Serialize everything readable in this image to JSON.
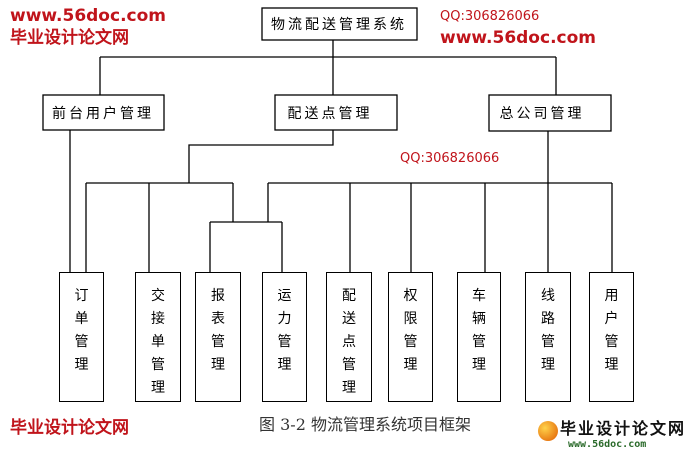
{
  "root": "物流配送管理系统",
  "level2": [
    "前台用户管理",
    "配送点管理",
    "总公司管理"
  ],
  "leaves": [
    "订单管理",
    "交接单管理",
    "报表管理",
    "运力管理",
    "配送点管理",
    "权限管理",
    "车辆管理",
    "线路管理",
    "用户管理"
  ],
  "caption": "图 3-2  物流管理系统项目框架",
  "watermarks": {
    "site_name": "毕业设计论文网",
    "url": "www.56doc.com",
    "qq": "QQ:306826066"
  },
  "logo": {
    "name": "毕业设计论文网",
    "url": "www.56doc.com"
  }
}
